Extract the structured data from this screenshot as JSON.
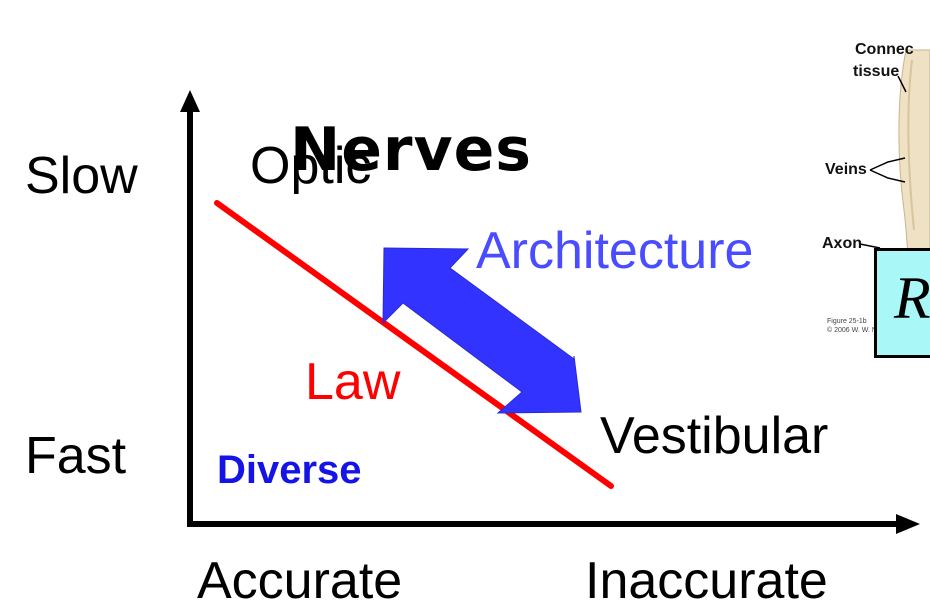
{
  "title": "Nerves",
  "axes": {
    "y_top": "Slow",
    "y_bottom": "Fast",
    "x_left": "Accurate",
    "x_right": "Inaccurate"
  },
  "labels": {
    "optic": "Optic",
    "vestibular": "Vestibular",
    "architecture": "Architecture",
    "law": "Law",
    "diverse": "Diverse"
  },
  "anatomy": {
    "connective_line1": "Connec",
    "connective_line2": "tissue",
    "veins": "Veins",
    "axon": "Axon",
    "figure_caption": "Figure 25-1b",
    "copyright": "© 2006 W. W. N"
  },
  "formula_text": "R",
  "colors": {
    "law_line": "#ff0000",
    "architecture_arrow": "#3333ff",
    "architecture_text": "#4a4cff",
    "diverse_text": "#1414e6",
    "formula_box": "#aaf7f7"
  }
}
